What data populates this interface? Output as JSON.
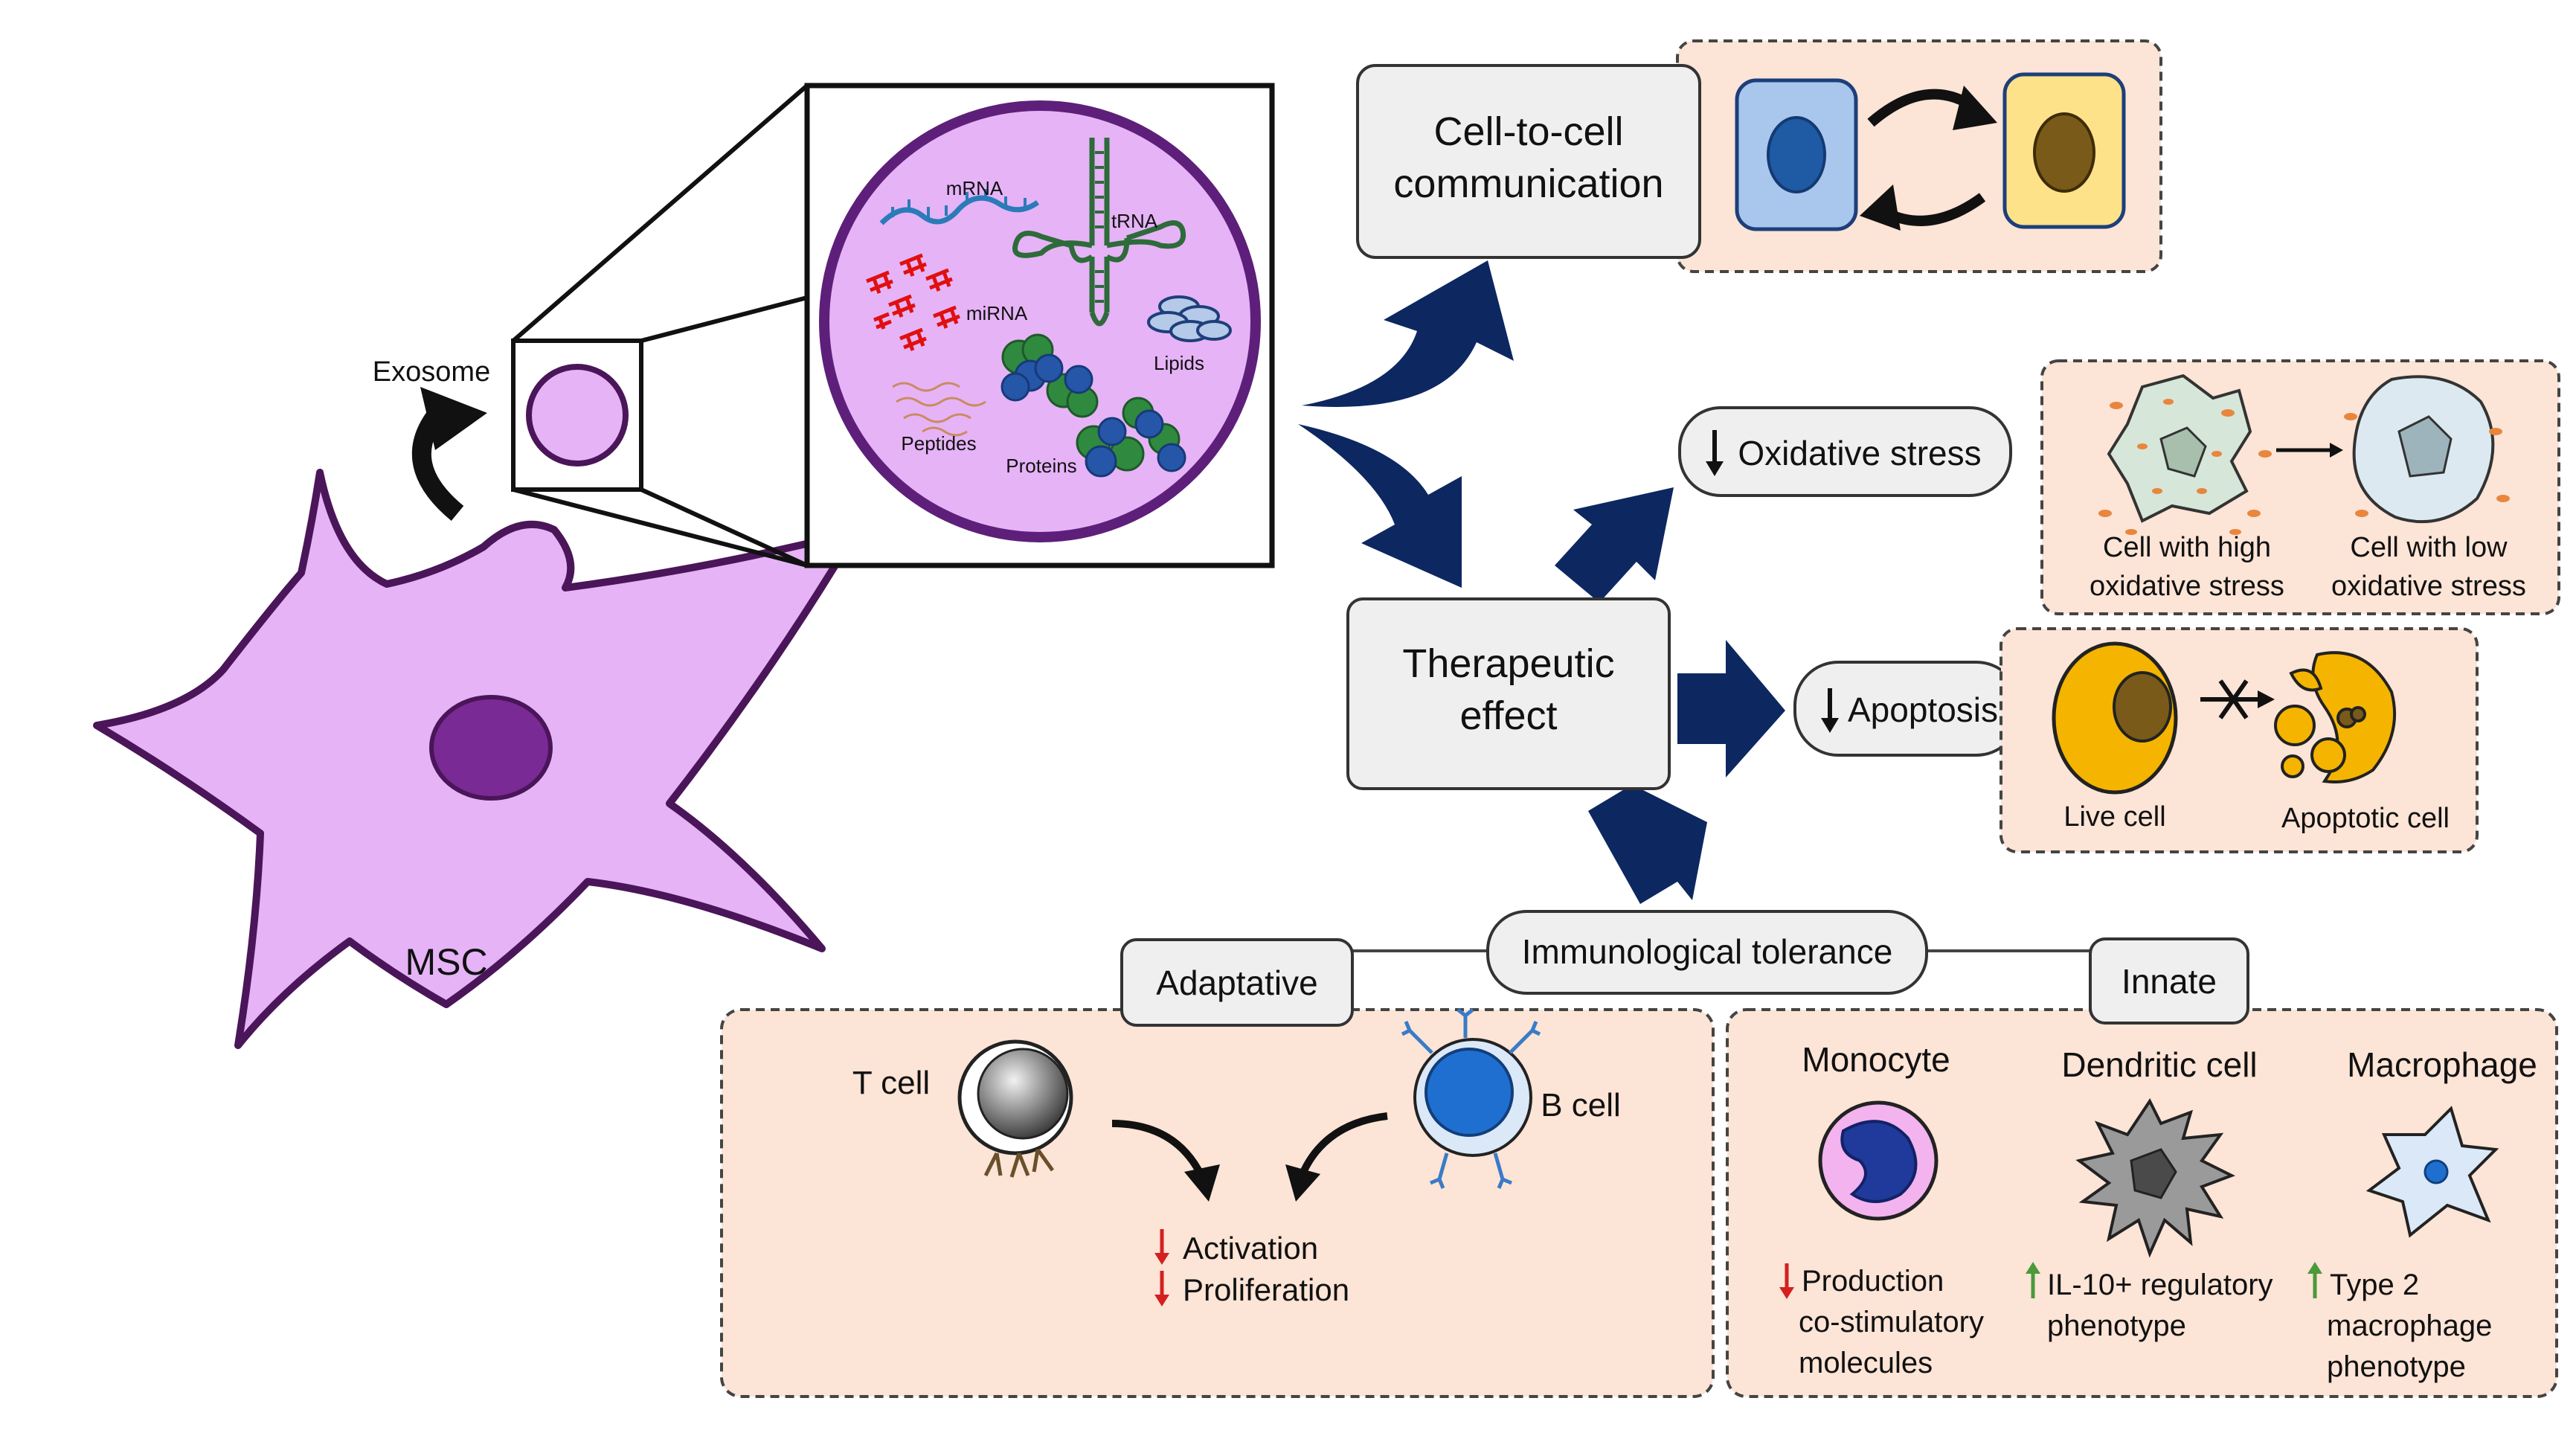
{
  "msc": {
    "cell_label": "MSC",
    "exosome_label": "Exosome"
  },
  "cargo": {
    "mrna": "mRNA",
    "trna": "tRNA",
    "mirna": "miRNA",
    "lipids": "Lipids",
    "peptides": "Peptides",
    "proteins": "Proteins"
  },
  "communication": {
    "line1": "Cell-to-cell",
    "line2": "communication"
  },
  "therapeutic": {
    "line1": "Therapeutic",
    "line2": "effect"
  },
  "oxidative": {
    "label": "Oxidative stress",
    "high_line1": "Cell with high",
    "high_line2": "oxidative stress",
    "low_line1": "Cell with low",
    "low_line2": "oxidative stress"
  },
  "apoptosis": {
    "label": "Apoptosis",
    "live": "Live cell",
    "apoptotic": "Apoptotic cell"
  },
  "tolerance": {
    "label": "Immunological tolerance",
    "adaptive": "Adaptative",
    "innate": "Innate"
  },
  "adaptive_panel": {
    "t_cell": "T cell",
    "b_cell": "B cell",
    "effect1": "Activation",
    "effect2": "Proliferation"
  },
  "innate_panel": {
    "monocyte": "Monocyte",
    "dendritic": "Dendritic  cell",
    "macrophage": "Macrophage",
    "mono_line1": "Production",
    "mono_line2": "co-stimulatory",
    "mono_line3": "molecules",
    "dc_line1": "IL-10+ regulatory",
    "dc_line2": "phenotype",
    "mac_line1": "Type 2",
    "mac_line2": "macrophage",
    "mac_line3": "phenotype"
  },
  "colors": {
    "cell_fill": "#e6b3f7",
    "cell_stroke": "#4a1559",
    "nucleus": "#7a2a94",
    "navy_arrow": "#0d2760",
    "panel_fill": "#fce4d6",
    "box_fill": "#efefef",
    "decrease": "#d42020",
    "increase": "#4a9a3a"
  }
}
